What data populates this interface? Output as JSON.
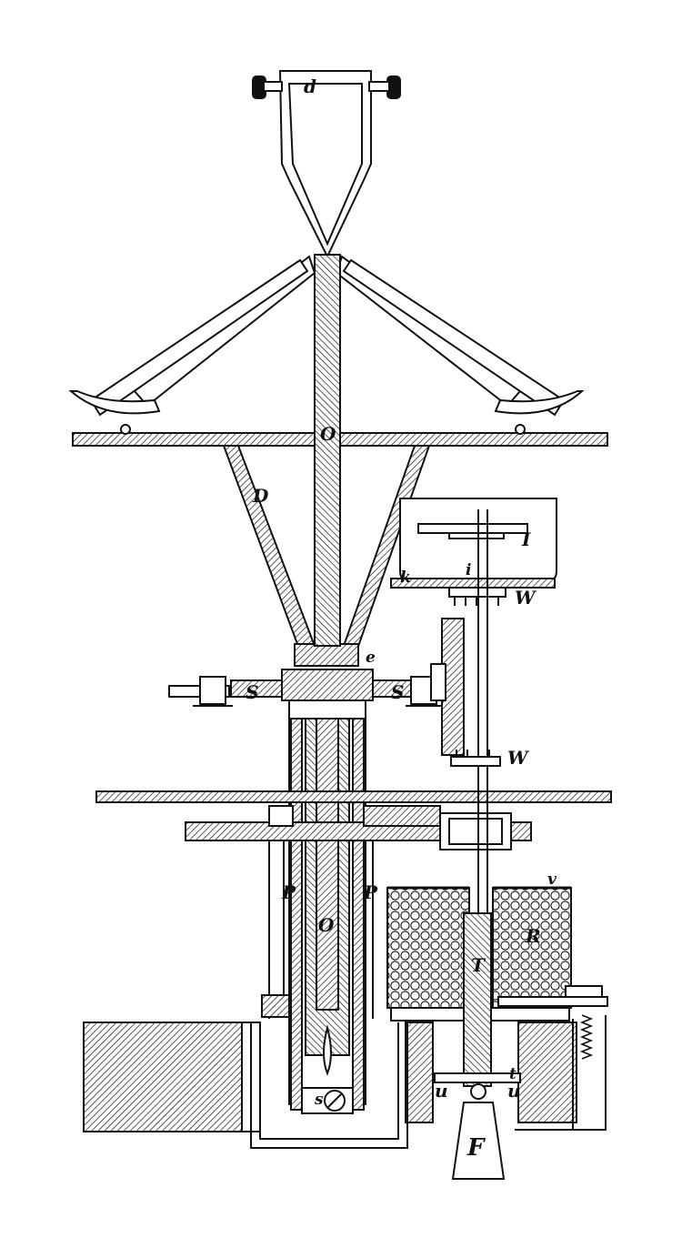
{
  "figure": {
    "labels": {
      "d": "d",
      "O_top": "O",
      "D": "D",
      "I": "I",
      "i": "i",
      "k": "k",
      "W_top": "W",
      "e": "e",
      "S_left": "S",
      "S_right": "S",
      "W_bottom": "W",
      "v": "v",
      "P_left": "P",
      "P_right": "P",
      "O_lower": "O",
      "R": "R",
      "T": "T",
      "s": "s",
      "t": "t",
      "u_left": "u",
      "u_right": "u",
      "F": "F"
    }
  }
}
